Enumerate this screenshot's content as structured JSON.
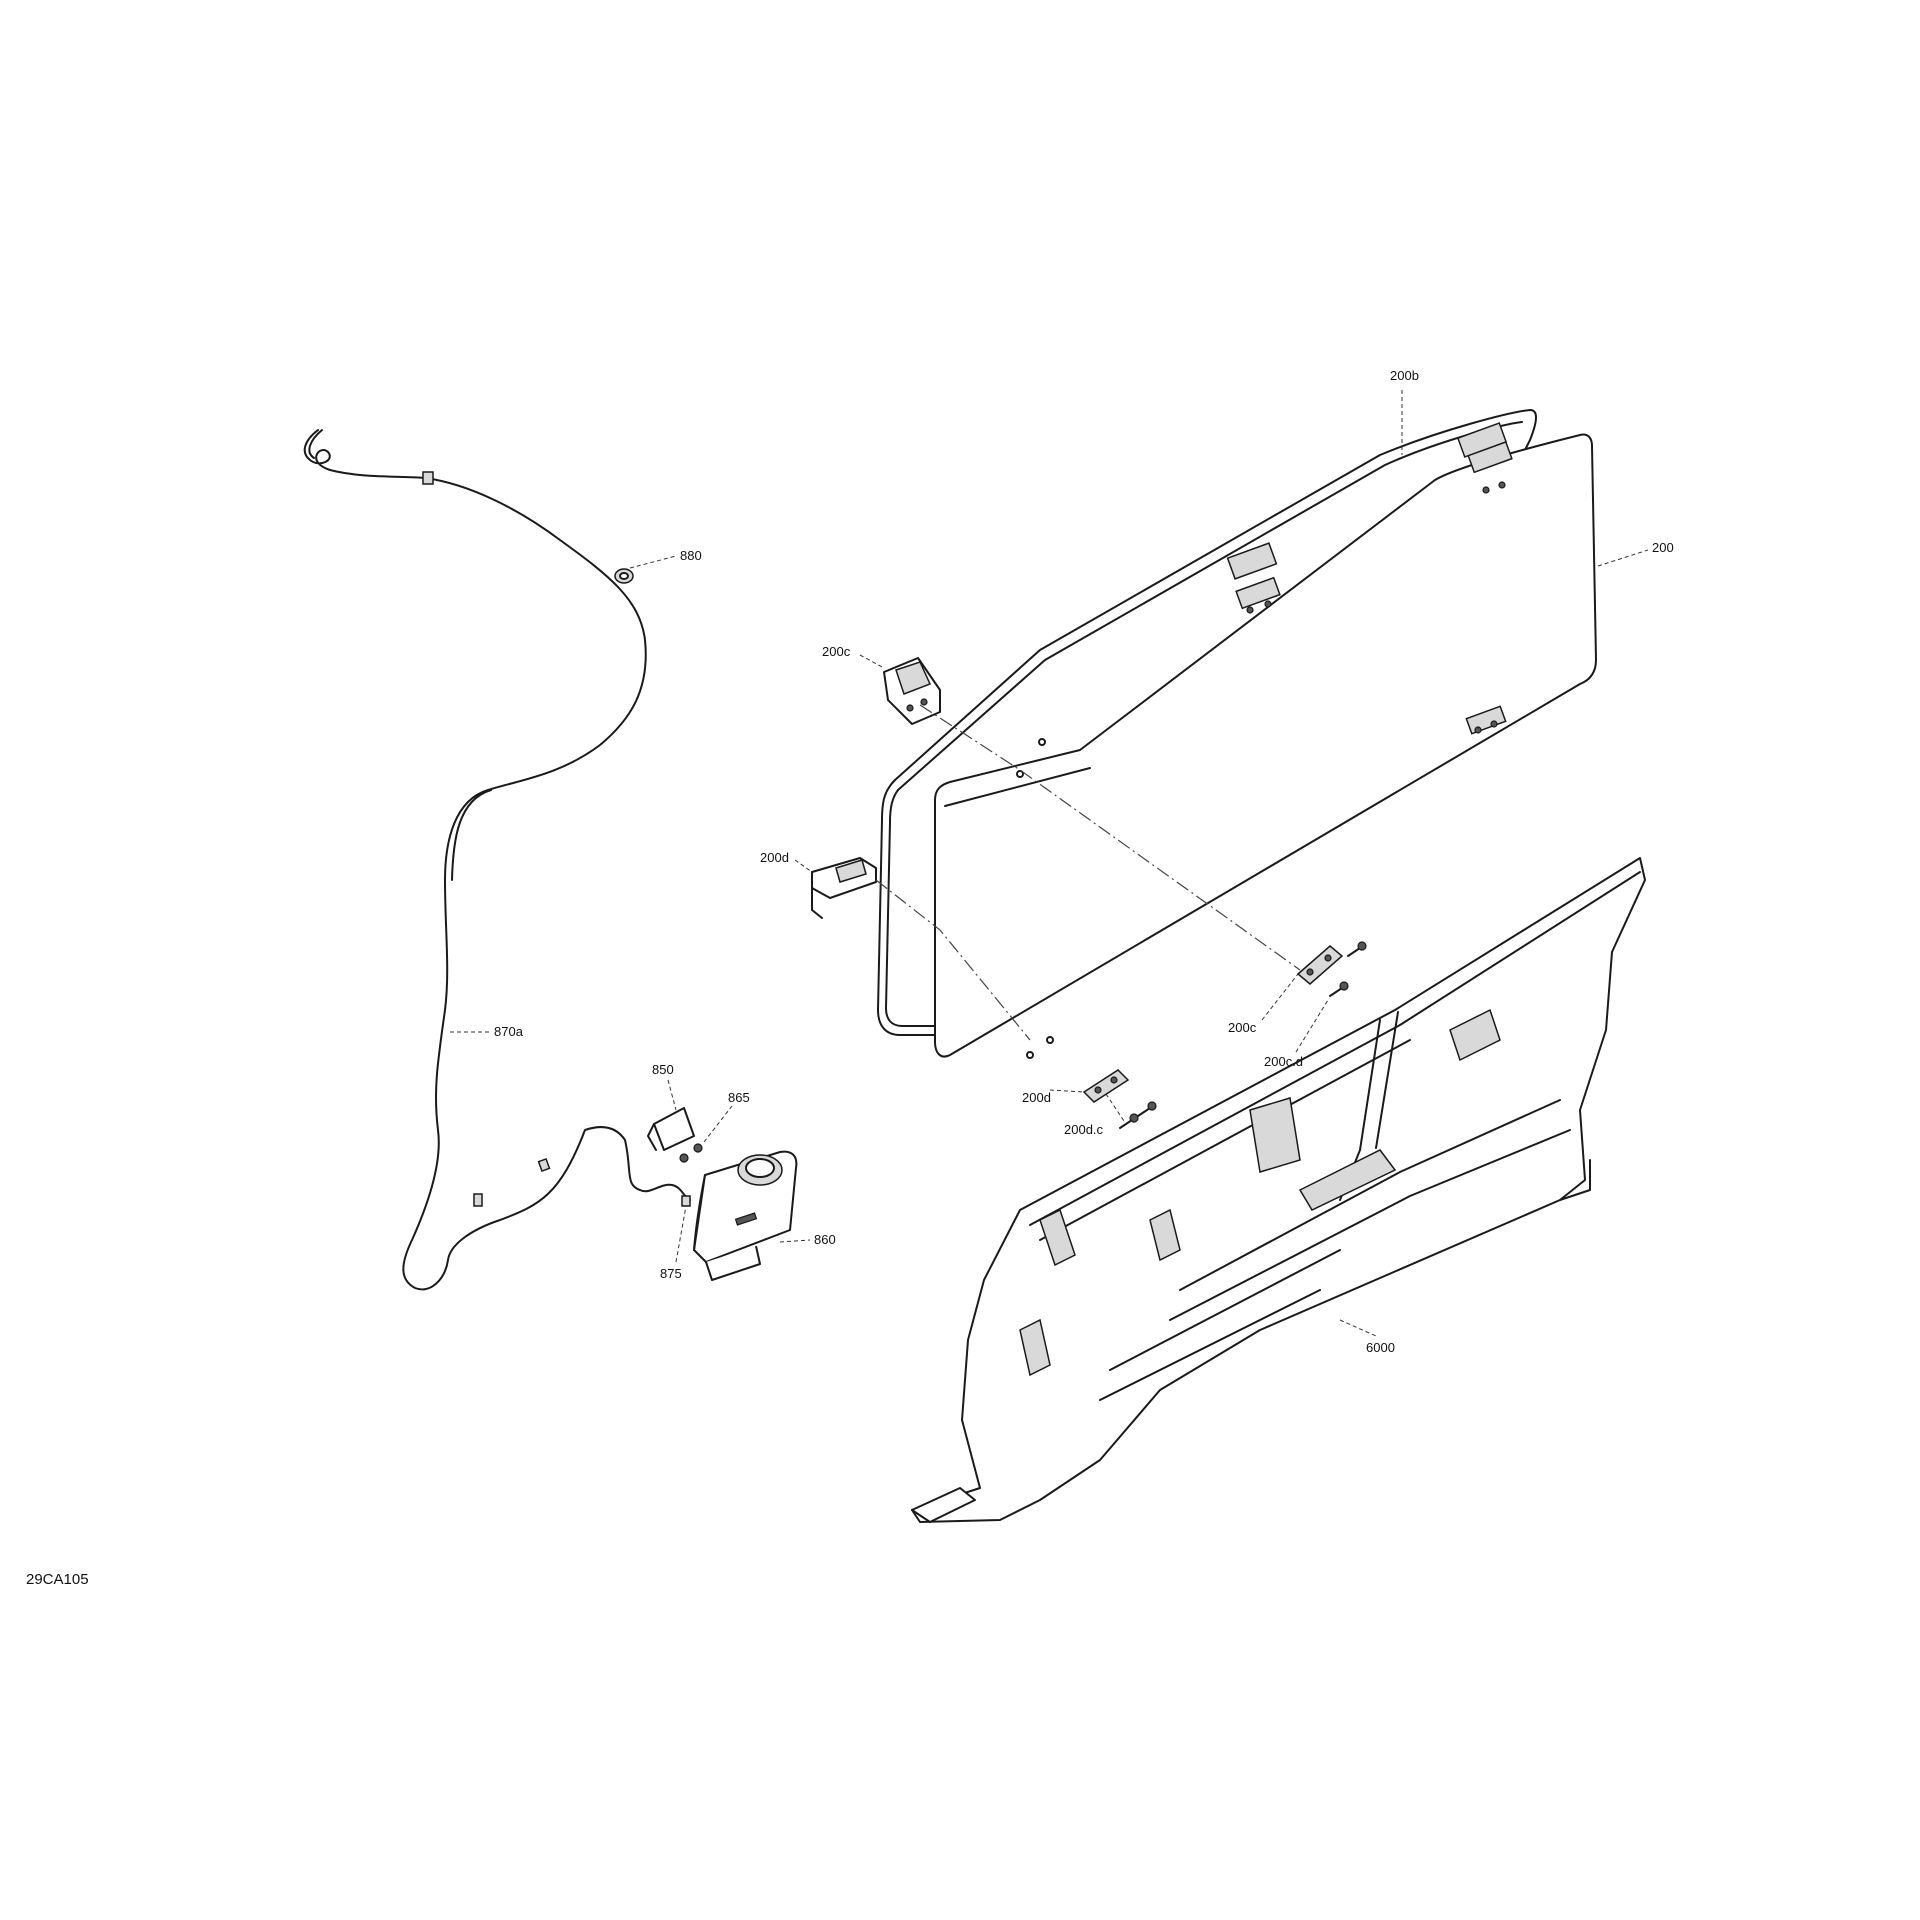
{
  "figure_id": "29CA105",
  "callouts": {
    "c200b": "200b",
    "c200": "200",
    "c200c_top": "200c",
    "c200d_top": "200d",
    "c200c_low": "200c",
    "c200cd": "200c.d",
    "c200d_low": "200d",
    "c200dc": "200d.c",
    "c880": "880",
    "c870a": "870a",
    "c850": "850",
    "c865": "865",
    "c875": "875",
    "c860": "860",
    "c6000": "6000"
  }
}
